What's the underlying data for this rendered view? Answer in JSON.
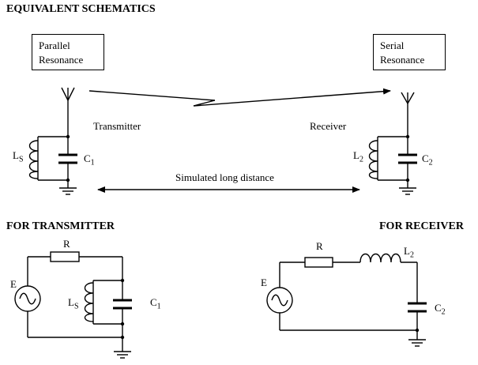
{
  "titles": {
    "main": "EQUIVALENT SCHEMATICS",
    "transmitter": "FOR TRANSMITTER",
    "receiver": "FOR RECEIVER"
  },
  "top": {
    "parallel_box": [
      "Parallel",
      "Resonance"
    ],
    "serial_box": [
      "Serial",
      "Resonance"
    ],
    "transmitter_label": "Transmitter",
    "receiver_label": "Receiver",
    "distance_label": "Simulated long distance",
    "ls": {
      "main": "L",
      "sub": "S"
    },
    "c1": {
      "main": "C",
      "sub": "1"
    },
    "l2": {
      "main": "L",
      "sub": "2"
    },
    "c2": {
      "main": "C",
      "sub": "2"
    }
  },
  "tx_circuit": {
    "e": "E",
    "r": "R",
    "ls": {
      "main": "L",
      "sub": "S"
    },
    "c1": {
      "main": "C",
      "sub": "1"
    }
  },
  "rx_circuit": {
    "e": "E",
    "r": "R",
    "l2": {
      "main": "L",
      "sub": "2"
    },
    "c2": {
      "main": "C",
      "sub": "2"
    }
  }
}
